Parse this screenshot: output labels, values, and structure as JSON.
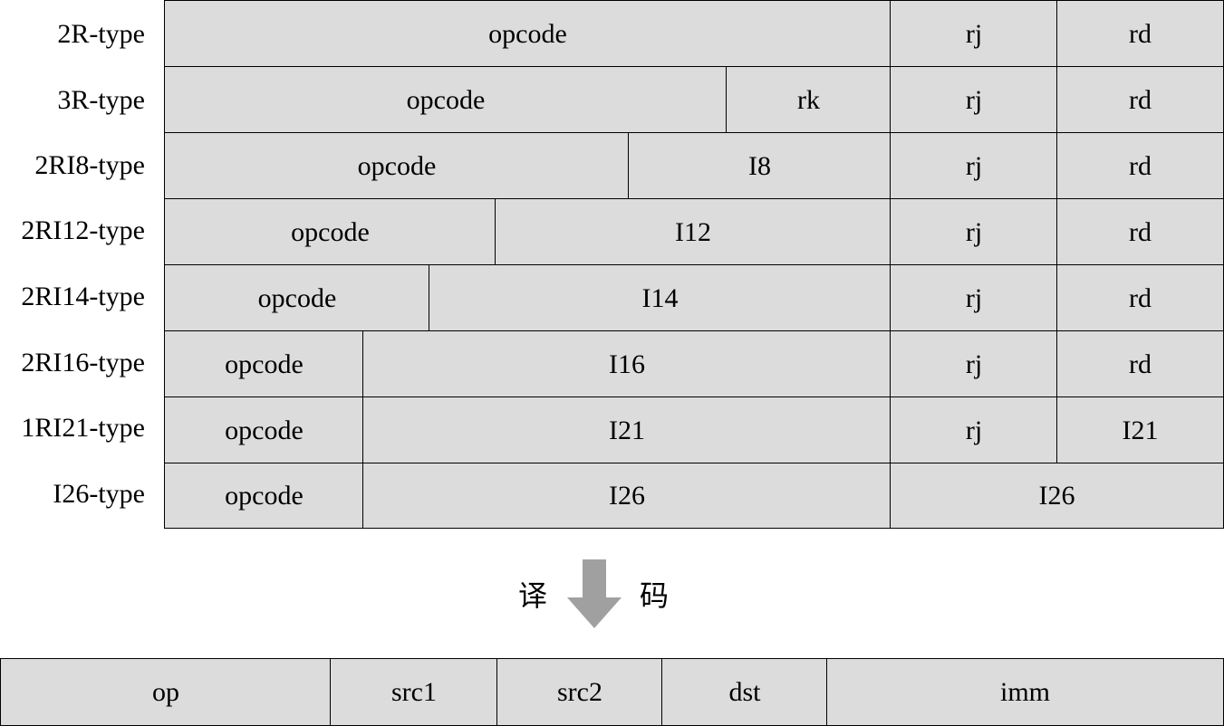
{
  "rows": [
    {
      "label": "2R-type",
      "fields": [
        "opcode",
        "rj",
        "rd"
      ]
    },
    {
      "label": "3R-type",
      "fields": [
        "opcode",
        "rk",
        "rj",
        "rd"
      ]
    },
    {
      "label": "2RI8-type",
      "fields": [
        "opcode",
        "I8",
        "rj",
        "rd"
      ]
    },
    {
      "label": "2RI12-type",
      "fields": [
        "opcode",
        "I12",
        "rj",
        "rd"
      ]
    },
    {
      "label": "2RI14-type",
      "fields": [
        "opcode",
        "I14",
        "rj",
        "rd"
      ]
    },
    {
      "label": "2RI16-type",
      "fields": [
        "opcode",
        "I16",
        "rj",
        "rd"
      ]
    },
    {
      "label": "1RI21-type",
      "fields": [
        "opcode",
        "I21",
        "rj",
        "I21"
      ]
    },
    {
      "label": "I26-type",
      "fields": [
        "opcode",
        "I26",
        "I26"
      ]
    }
  ],
  "decode": {
    "left": "译",
    "right": "码",
    "icon": "arrow-down-icon"
  },
  "output_fields": [
    "op",
    "src1",
    "src2",
    "dst",
    "imm"
  ],
  "colors": {
    "cell_fill": "#dcdcdc",
    "arrow": "#a0a0a0",
    "border": "#000000"
  }
}
